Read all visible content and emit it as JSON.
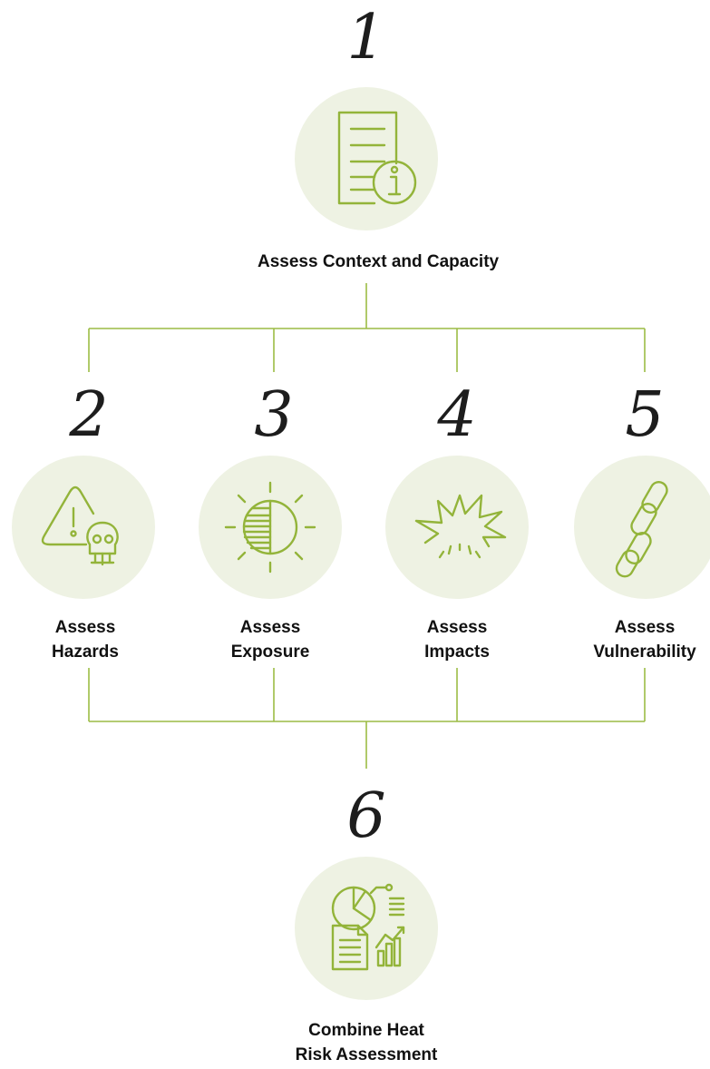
{
  "accent_color": "#93b43a",
  "circle_color": "#eef2e3",
  "steps": [
    {
      "number": "1",
      "icon": "document-info-icon",
      "label_lines": [
        "Assess Context and Capacity"
      ]
    },
    {
      "number": "2",
      "icon": "hazard-warning-skull-icon",
      "label_lines": [
        "Assess",
        "Hazards"
      ]
    },
    {
      "number": "3",
      "icon": "sun-half-shaded-icon",
      "label_lines": [
        "Assess",
        "Exposure"
      ]
    },
    {
      "number": "4",
      "icon": "impact-burst-icon",
      "label_lines": [
        "Assess",
        "Impacts"
      ]
    },
    {
      "number": "5",
      "icon": "broken-chain-link-icon",
      "label_lines": [
        "Assess",
        "Vulnerability"
      ]
    },
    {
      "number": "6",
      "icon": "report-analytics-icon",
      "label_lines": [
        "Combine Heat",
        "Risk Assessment"
      ]
    }
  ]
}
